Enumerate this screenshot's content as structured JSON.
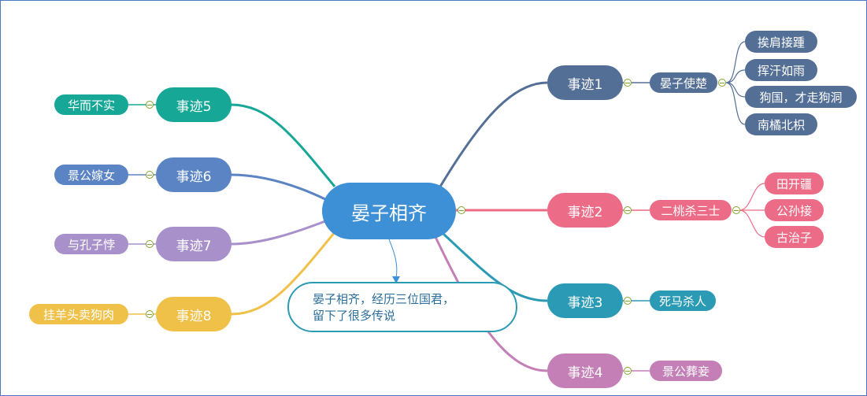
{
  "root": {
    "label": "晏子相齐"
  },
  "callout": {
    "line1": "晏子相齐，经历三位国君，",
    "line2": "留下了很多传说"
  },
  "colors": {
    "root": "#3d8fd6",
    "shi1": "#546f96",
    "shi2": "#ec6b86",
    "shi3": "#2b9ab4",
    "shi4": "#c47fb7",
    "shi5": "#16a797",
    "shi6": "#5b84c4",
    "shi7": "#a891cb",
    "shi8": "#f0c148",
    "callout_border": "#2b9ab4",
    "toggle": "#7fa32b",
    "frame": "#4a78c2"
  },
  "branches": [
    {
      "id": "shi1",
      "label": "事迹1",
      "child": "晏子使楚",
      "leaves": [
        "挨肩接踵",
        "挥汗如雨",
        "狗国，才走狗洞",
        "南橘北枳"
      ]
    },
    {
      "id": "shi2",
      "label": "事迹2",
      "child": "二桃杀三士",
      "leaves": [
        "田开疆",
        "公孙接",
        "古治子"
      ]
    },
    {
      "id": "shi3",
      "label": "事迹3",
      "child": "死马杀人",
      "leaves": []
    },
    {
      "id": "shi4",
      "label": "事迹4",
      "child": "景公葬妾",
      "leaves": []
    },
    {
      "id": "shi5",
      "label": "事迹5",
      "child": "华而不实",
      "leaves": []
    },
    {
      "id": "shi6",
      "label": "事迹6",
      "child": "景公嫁女",
      "leaves": []
    },
    {
      "id": "shi7",
      "label": "事迹7",
      "child": "与孔子悖",
      "leaves": []
    },
    {
      "id": "shi8",
      "label": "事迹8",
      "child": "挂羊头卖狗肉",
      "leaves": []
    }
  ]
}
